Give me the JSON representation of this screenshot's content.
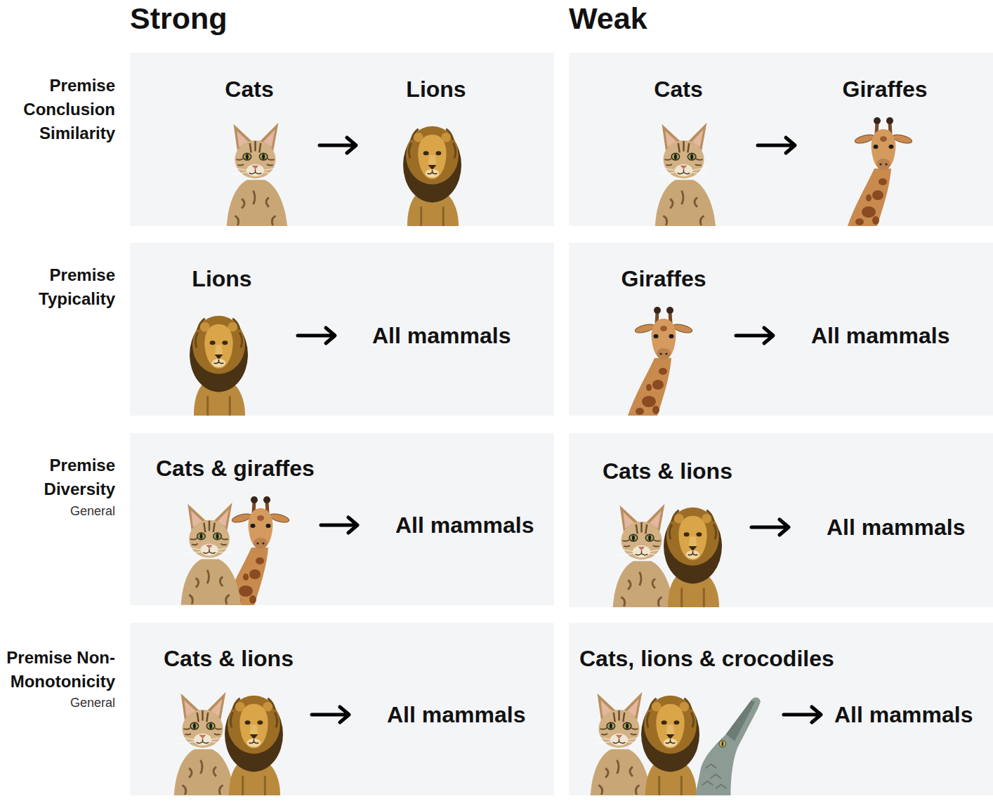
{
  "diagram": {
    "nodes": [
      {
        "text": [
          "Cats",
          "Lions"
        ]
      },
      {
        "text": [
          "Cats",
          "Giraffes"
        ]
      },
      {
        "text": [
          "Lions",
          "All mammals"
        ]
      },
      {
        "text": [
          "Giraffes",
          "All mammals"
        ]
      },
      {
        "text": [
          "Cats & giraffes",
          "All mammals"
        ]
      },
      {
        "text": [
          "Cats & lions",
          "All mammals"
        ]
      },
      {
        "text": [
          "Cats & lions",
          "All mammals"
        ]
      },
      {
        "text": [
          "Cats, lions & crocodiles",
          "All mammals"
        ]
      }
    ],
    "labels": [
      "Strong",
      "Weak",
      "Premise Conclusion Similarity",
      "Premise Typicality",
      "Premise Diversity",
      "General",
      "Premise Non-Monotonicity",
      "General"
    ]
  }
}
